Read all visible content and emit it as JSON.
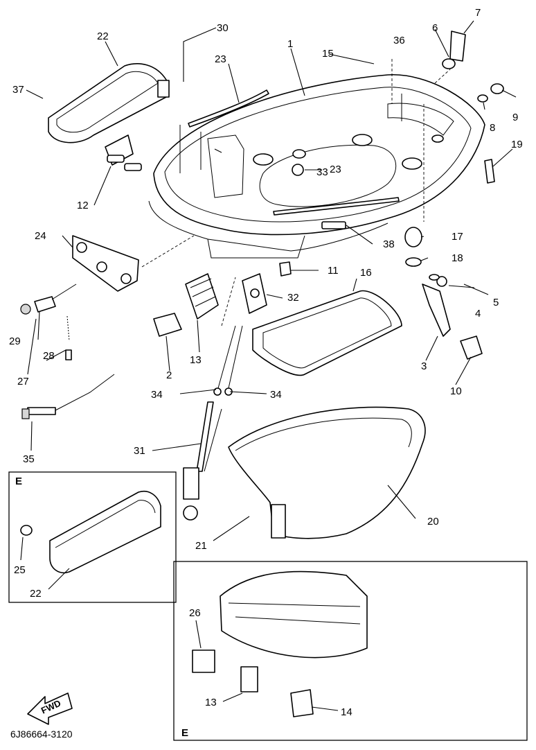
{
  "diagram": {
    "code": "6J86664-3120",
    "direction_label": "FWD",
    "inset_labels": [
      "E",
      "E"
    ],
    "callouts": [
      "1",
      "2",
      "3",
      "4",
      "5",
      "6",
      "7",
      "8",
      "9",
      "10",
      "11",
      "12",
      "13",
      "15",
      "16",
      "17",
      "18",
      "19",
      "20",
      "21",
      "22",
      "23",
      "23",
      "24",
      "25",
      "26",
      "27",
      "28",
      "29",
      "30",
      "31",
      "32",
      "33",
      "34",
      "34",
      "35",
      "36",
      "37",
      "38",
      "13",
      "14",
      "22"
    ],
    "inset_left_callouts": [
      "25",
      "22"
    ],
    "inset_right_callouts": [
      "26",
      "13",
      "14"
    ]
  }
}
